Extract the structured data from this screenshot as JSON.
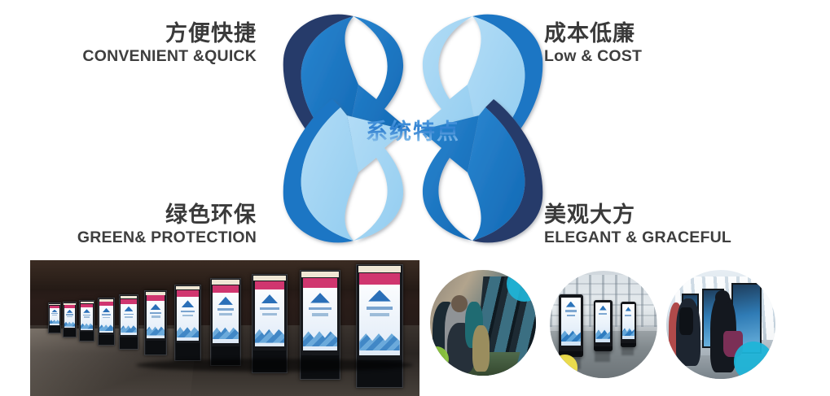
{
  "slide": {
    "center_label": "系统特点",
    "features": [
      {
        "id": "convenient-quick",
        "cn": "方便快捷",
        "en": "CONVENIENT &QUICK",
        "position": "top-left",
        "arrow_color": "#1b76c4"
      },
      {
        "id": "low-cost",
        "cn": "成本低廉",
        "en": "Low & COST",
        "position": "top-right",
        "arrow_color": "#a3d5f4"
      },
      {
        "id": "green-protection",
        "cn": "绿色环保",
        "en": "GREEN& PROTECTION",
        "position": "bottom-left",
        "arrow_color": "#a3d5f4"
      },
      {
        "id": "elegant-graceful",
        "cn": "美观大方",
        "en": "ELEGANT & GRACEFUL",
        "position": "bottom-right",
        "arrow_color": "#1b76c4"
      }
    ],
    "colors": {
      "blue_mid": "#1b76c4",
      "blue_light": "#a3d5f4",
      "blue_navy": "#253a6b",
      "text_dark": "#3a3a3a",
      "center_text": "#3d8ed8",
      "accent_cyan": "#1eb4d8",
      "accent_green": "#8cc63f",
      "accent_yellow": "#f2e14c"
    },
    "photos": [
      {
        "id": "corridor-kiosk-row",
        "shape": "rectangle",
        "caption": "Row of digital advertising kiosks along a dark corridor wall"
      },
      {
        "id": "users-at-kiosks-outdoor",
        "shape": "circle",
        "caption": "People using a row of touchscreen kiosks",
        "accents": [
          "accent_cyan",
          "accent_green"
        ]
      },
      {
        "id": "three-standing-kiosks-lobby",
        "shape": "circle",
        "caption": "Three freestanding kiosks in a bright glass lobby",
        "accents": [
          "accent_yellow"
        ]
      },
      {
        "id": "users-touching-screens-lobby",
        "shape": "circle",
        "caption": "Travellers touching interactive information screens",
        "accents": [
          "accent_cyan"
        ]
      }
    ]
  }
}
